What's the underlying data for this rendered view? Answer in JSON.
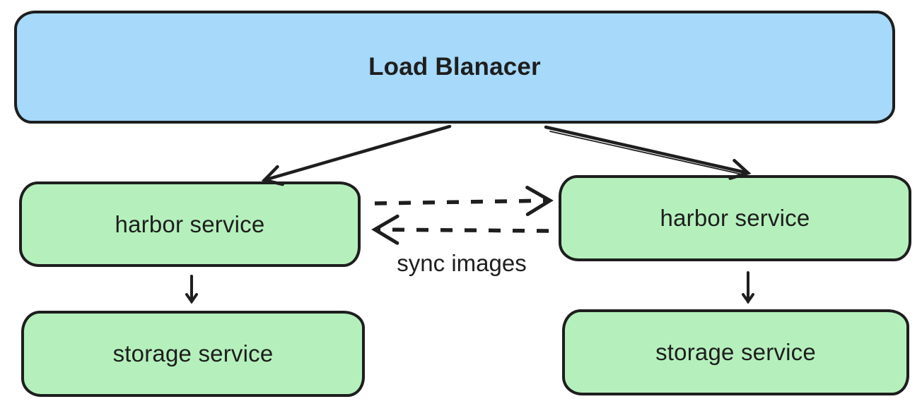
{
  "diagram": {
    "nodes": {
      "load_balancer": {
        "label": "Load Blanacer",
        "fill": "#a6d9fa"
      },
      "harbor_left": {
        "label": "harbor service",
        "fill": "#b5f0bc"
      },
      "harbor_right": {
        "label": "harbor service",
        "fill": "#b5f0bc"
      },
      "storage_left": {
        "label": "storage service",
        "fill": "#b5f0bc"
      },
      "storage_right": {
        "label": "storage service",
        "fill": "#b5f0bc"
      }
    },
    "sync_label": "sync images",
    "edges": [
      {
        "from": "load_balancer",
        "to": "harbor_left",
        "style": "solid-arrow"
      },
      {
        "from": "load_balancer",
        "to": "harbor_right",
        "style": "solid-arrow"
      },
      {
        "from": "harbor_left",
        "to": "harbor_right",
        "style": "dashed-arrow",
        "label": "sync images"
      },
      {
        "from": "harbor_right",
        "to": "harbor_left",
        "style": "dashed-arrow",
        "label": "sync images"
      },
      {
        "from": "harbor_left",
        "to": "storage_left",
        "style": "solid-arrow"
      },
      {
        "from": "harbor_right",
        "to": "storage_right",
        "style": "solid-arrow"
      }
    ],
    "colors": {
      "stroke": "#1e1e1e",
      "node_blue": "#a6d9fa",
      "node_green": "#b5f0bc",
      "background": "#ffffff"
    }
  }
}
